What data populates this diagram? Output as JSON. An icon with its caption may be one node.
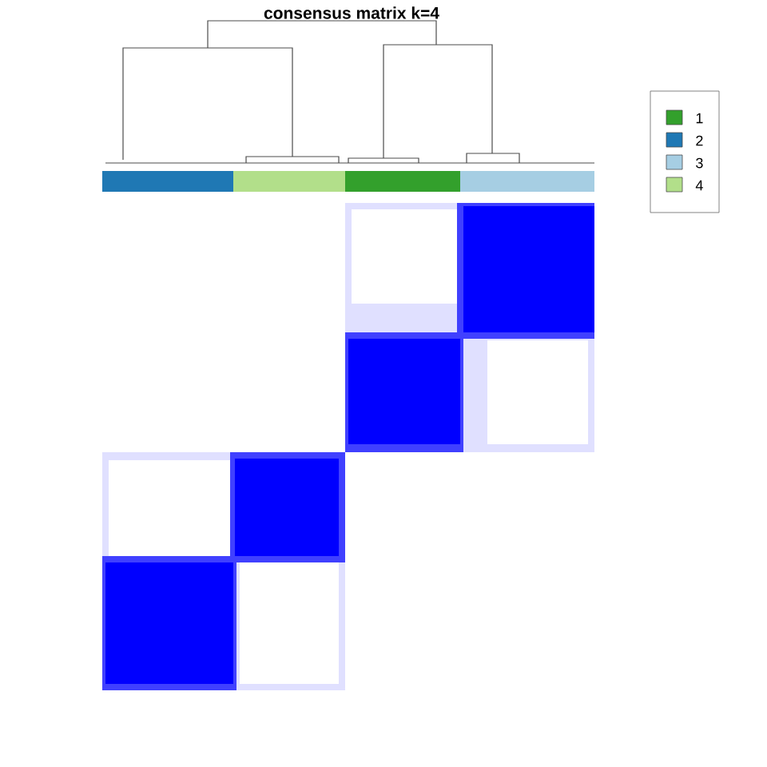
{
  "diagram": {
    "title": "consensus matrix k=4",
    "legend": [
      {
        "text": "1",
        "color": "#33a02c"
      },
      {
        "text": "2",
        "color": "#1f78b4"
      },
      {
        "text": "3",
        "color": "#a6cee3"
      },
      {
        "text": "4",
        "color": "#b2df8a"
      }
    ]
  }
}
